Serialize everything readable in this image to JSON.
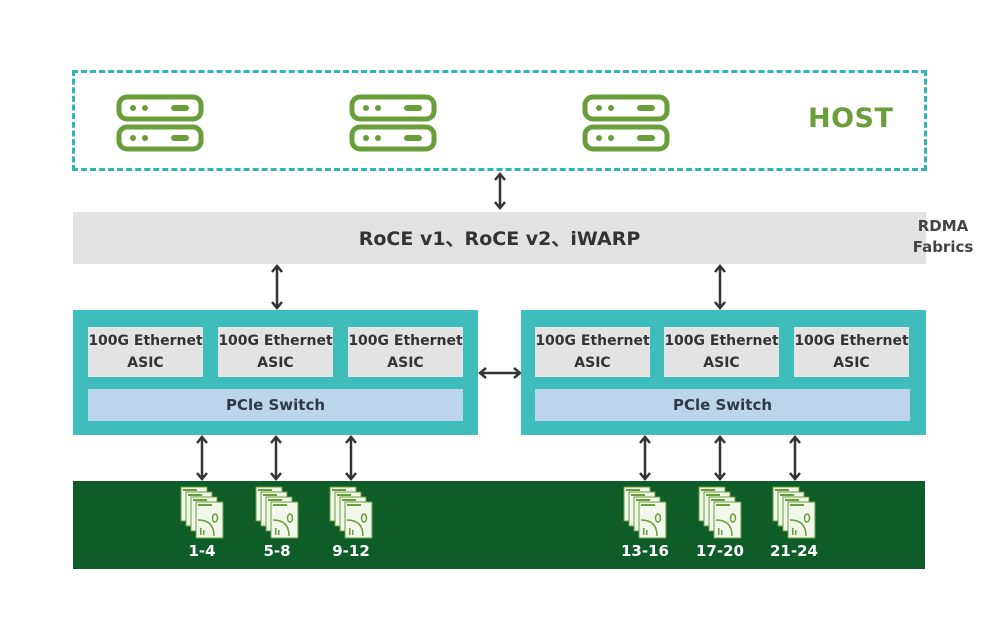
{
  "host": {
    "label": "HOST",
    "servers": [
      {
        "icon": "server-icon"
      },
      {
        "icon": "server-icon"
      },
      {
        "icon": "server-icon"
      }
    ]
  },
  "rdma": {
    "protocols": "RoCE v1、RoCE v2、iWARP",
    "label_line1": "RDMA",
    "label_line2": "Fabrics"
  },
  "switches": [
    {
      "asics": [
        {
          "line1": "100G Ethernet",
          "line2": "ASIC"
        },
        {
          "line1": "100G Ethernet",
          "line2": "ASIC"
        },
        {
          "line1": "100G Ethernet",
          "line2": "ASIC"
        }
      ],
      "pcie": "PCle Switch"
    },
    {
      "asics": [
        {
          "line1": "100G Ethernet",
          "line2": "ASIC"
        },
        {
          "line1": "100G Ethernet",
          "line2": "ASIC"
        },
        {
          "line1": "100G Ethernet",
          "line2": "ASIC"
        }
      ],
      "pcie": "PCle Switch"
    }
  ],
  "storage": {
    "groups": [
      {
        "label": "1-4",
        "icon": "ssd-stack-icon"
      },
      {
        "label": "5-8",
        "icon": "ssd-stack-icon"
      },
      {
        "label": "9-12",
        "icon": "ssd-stack-icon"
      },
      {
        "label": "13-16",
        "icon": "ssd-stack-icon"
      },
      {
        "label": "17-20",
        "icon": "ssd-stack-icon"
      },
      {
        "label": "21-24",
        "icon": "ssd-stack-icon"
      }
    ]
  },
  "colors": {
    "host_border": "#2fb5b5",
    "server_green": "#6a9e3a",
    "rdma_bar": "#e2e2e2",
    "switch_teal": "#3fbcbc",
    "asic_gray": "#e3e3e3",
    "pcie_blue": "#bdd5eb",
    "storage_green": "#0e5c28",
    "arrow": "#333333"
  }
}
